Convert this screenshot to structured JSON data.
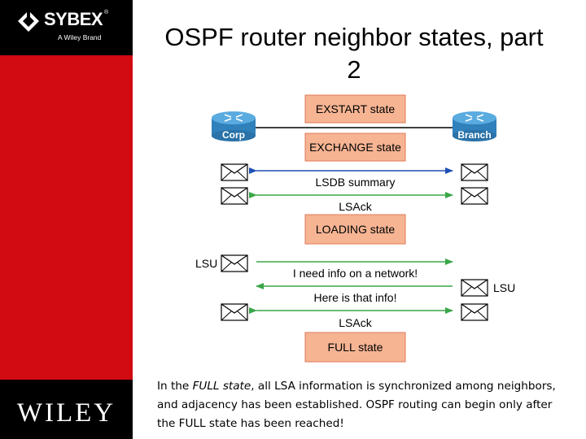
{
  "slide": {
    "title": "OSPF router neighbor states, part 2",
    "caption_parts": {
      "pre": "In the ",
      "italic": "FULL state",
      "post": ", all LSA information is synchronized among neighbors, and adjacency has been established. OSPF routing can begin only after the FULL state has been reached!"
    }
  },
  "brand": {
    "top_name": "SYBEX",
    "top_reg": "®",
    "top_sub": "A Wiley Brand",
    "bottom_name": "WILEY"
  },
  "diagram": {
    "routers": {
      "left": "Corp",
      "right": "Branch"
    },
    "states": [
      "EXSTART state",
      "EXCHANGE state",
      "LOADING state",
      "FULL state"
    ],
    "messages": [
      "LSDB summary",
      "LSAck",
      "I need info on a network!",
      "Here is that info!",
      "LSAck"
    ],
    "side_labels": {
      "left_lsu": "LSU",
      "right_lsu": "LSU"
    }
  },
  "colors": {
    "state_fill": "#f6b493",
    "state_stroke": "#e07a58",
    "router_fill": "#3a90c9",
    "arrow_blue": "#1f4fb4",
    "arrow_green": "#3aa648",
    "sidebar_red": "#d20a11"
  }
}
